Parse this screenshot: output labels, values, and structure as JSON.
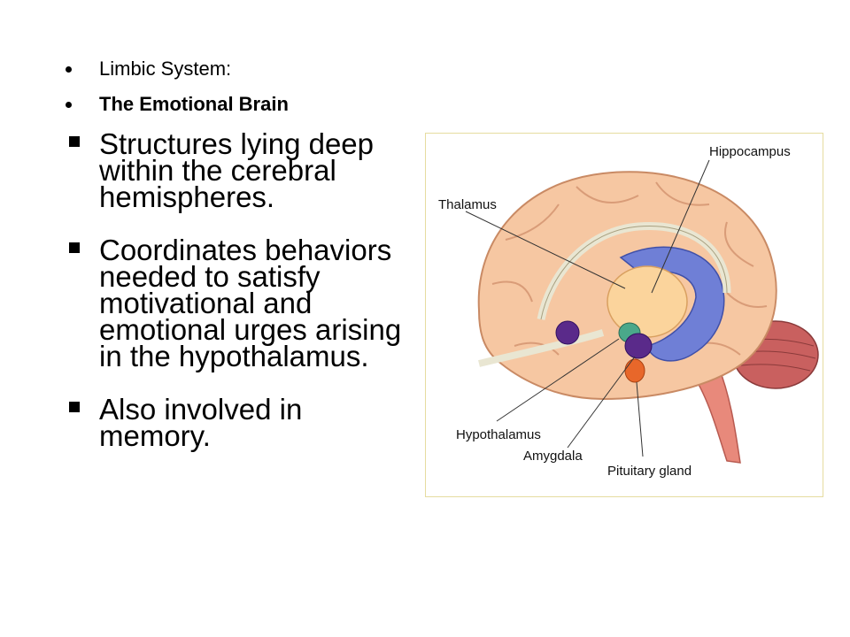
{
  "slide": {
    "heading_bullets": [
      "Limbic System:",
      "The Emotional Brain"
    ],
    "content_bullets": [
      "Structures lying deep within the cerebral hemispheres.",
      "Coordinates behaviors needed to satisfy motivational and emotional urges arising  in the hypothalamus.",
      "Also involved in memory."
    ]
  },
  "figure": {
    "labels": {
      "hippocampus": "Hippocampus",
      "thalamus": "Thalamus",
      "hypothalamus": "Hypothalamus",
      "amygdala": "Amygdala",
      "pituitary": "Pituitary gland"
    }
  }
}
